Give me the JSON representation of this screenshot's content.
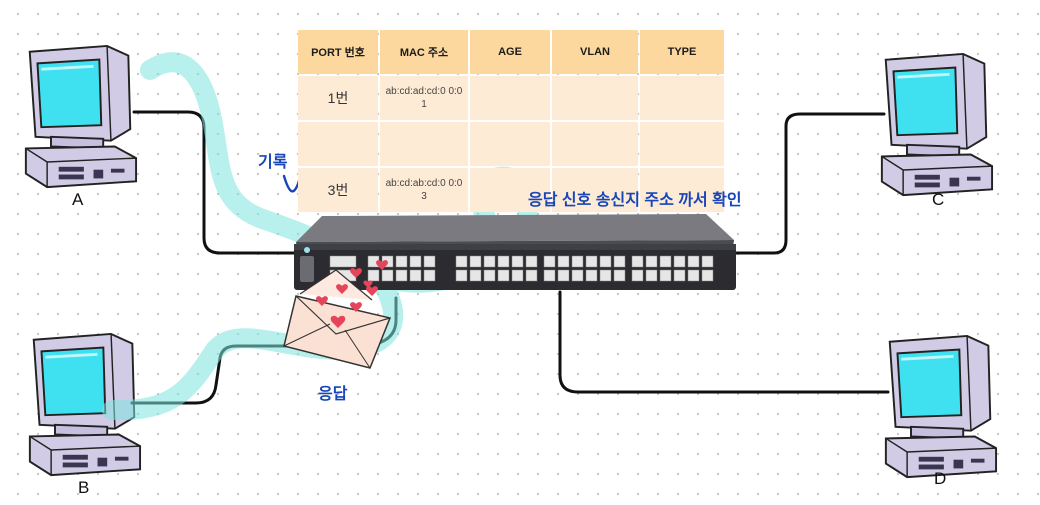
{
  "mac_table": {
    "headers": [
      "PORT 번호",
      "MAC 주소",
      "AGE",
      "VLAN",
      "TYPE"
    ],
    "rows": [
      [
        "1번",
        "ab:cd:ad:cd:0 0:01",
        "",
        "",
        ""
      ],
      [
        "",
        "",
        "",
        "",
        ""
      ],
      [
        "3번",
        "ab:cd:ab:cd:0 0:03",
        "",
        "",
        ""
      ]
    ]
  },
  "annotations": {
    "record": "기록",
    "response": "응답",
    "response_note": "응답 신호 송신지 주소 까서 확인"
  },
  "hosts": {
    "a": "A",
    "b": "B",
    "c": "C",
    "d": "D"
  },
  "colors": {
    "table_header": "#fcd79e",
    "table_cell": "#fdebd5",
    "highlight_path": "#7de3df",
    "annotation_text": "#1846b8",
    "cable": "#111111"
  },
  "icons": {
    "computer": "computer-icon",
    "switch": "network-switch-icon",
    "envelope": "envelope-hearts-icon",
    "check": "checkmark-icon"
  }
}
